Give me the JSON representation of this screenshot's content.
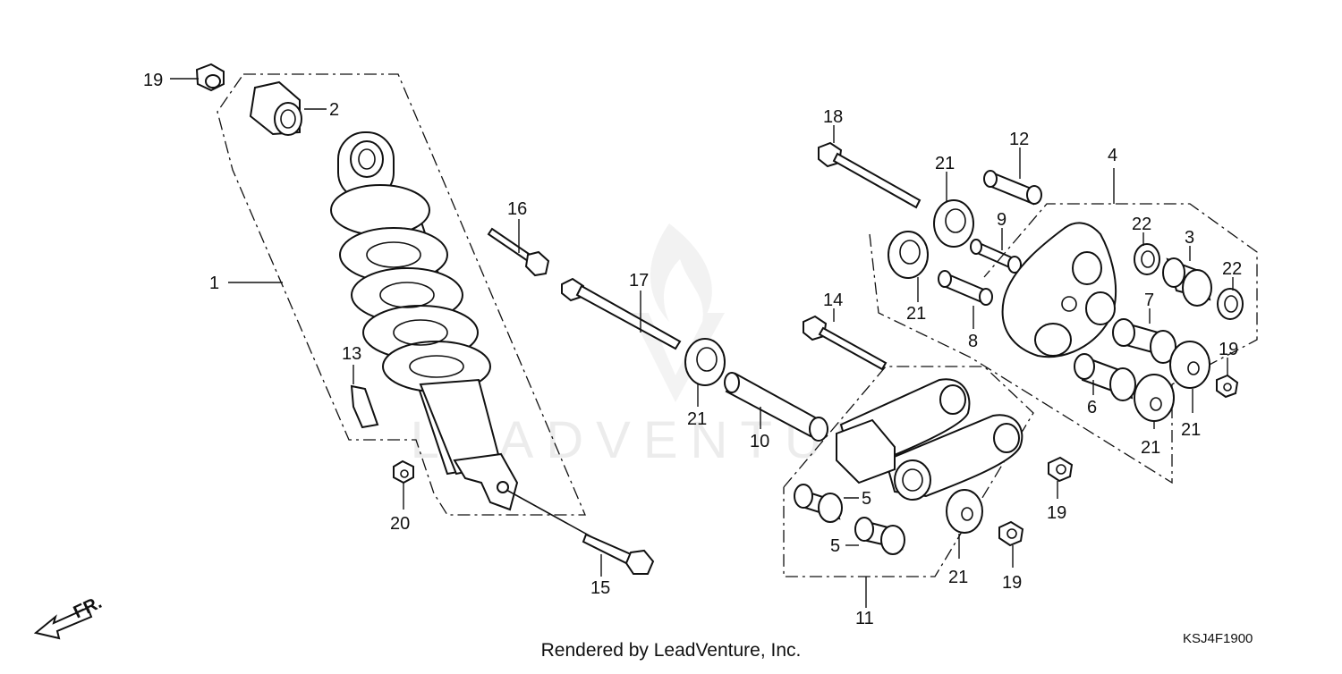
{
  "diagram": {
    "watermark": "LEADVENTURE",
    "credit": "Rendered by LeadVenture, Inc.",
    "diagram_code": "KSJ4F1900",
    "front_arrow_label": "FR."
  },
  "callouts": [
    {
      "id": "c19a",
      "text": "19"
    },
    {
      "id": "c2",
      "text": "2"
    },
    {
      "id": "c1",
      "text": "1"
    },
    {
      "id": "c13",
      "text": "13"
    },
    {
      "id": "c20",
      "text": "20"
    },
    {
      "id": "c16",
      "text": "16"
    },
    {
      "id": "c17",
      "text": "17"
    },
    {
      "id": "c15",
      "text": "15"
    },
    {
      "id": "c21a",
      "text": "21"
    },
    {
      "id": "c10",
      "text": "10"
    },
    {
      "id": "c18",
      "text": "18"
    },
    {
      "id": "c21b",
      "text": "21"
    },
    {
      "id": "c12",
      "text": "12"
    },
    {
      "id": "c9",
      "text": "9"
    },
    {
      "id": "c21c",
      "text": "21"
    },
    {
      "id": "c8",
      "text": "8"
    },
    {
      "id": "c14",
      "text": "14"
    },
    {
      "id": "c4",
      "text": "4"
    },
    {
      "id": "c22a",
      "text": "22"
    },
    {
      "id": "c3",
      "text": "3"
    },
    {
      "id": "c22b",
      "text": "22"
    },
    {
      "id": "c7",
      "text": "7"
    },
    {
      "id": "c19b",
      "text": "19"
    },
    {
      "id": "c6",
      "text": "6"
    },
    {
      "id": "c21d",
      "text": "21"
    },
    {
      "id": "c21e",
      "text": "21"
    },
    {
      "id": "c19c",
      "text": "19"
    },
    {
      "id": "c5a",
      "text": "5"
    },
    {
      "id": "c5b",
      "text": "5"
    },
    {
      "id": "c21f",
      "text": "21"
    },
    {
      "id": "c19d",
      "text": "19"
    },
    {
      "id": "c11",
      "text": "11"
    }
  ]
}
